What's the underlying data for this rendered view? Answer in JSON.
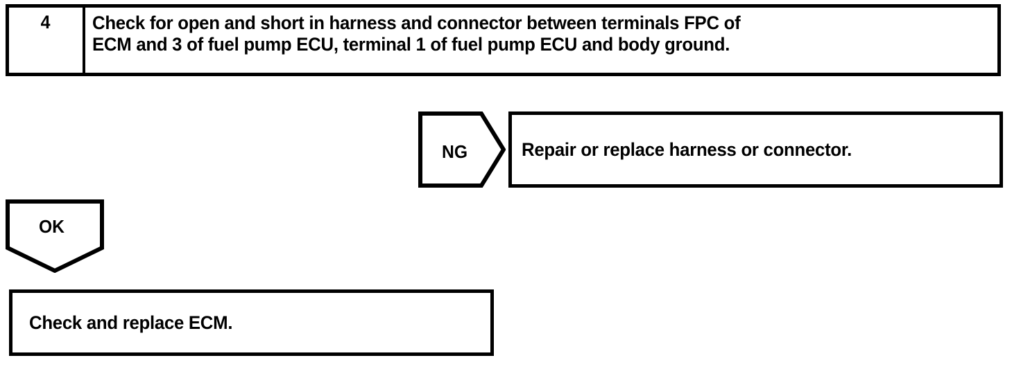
{
  "document": {
    "type": "diagnostic-flowchart",
    "colors": {
      "ink": "#000000",
      "background": "#ffffff"
    }
  },
  "step_table": {
    "step_number": "4",
    "instruction_line1": "Check for open and short in harness and connector between terminals FPC of",
    "instruction_line2": "ECM and 3 of fuel pump ECU, terminal 1 of fuel pump ECU and body ground.",
    "instruction_full": "Check for open and short in harness and connector between terminals FPC of ECM and 3 of fuel pump ECU, terminal 1 of fuel pump ECU and body ground."
  },
  "branches": {
    "ng": {
      "label": "NG",
      "icon": "arrow-right-pentagon",
      "result": "Repair or replace harness or connector."
    },
    "ok": {
      "label": "OK",
      "icon": "arrow-down-pentagon",
      "result": "Check and replace ECM."
    }
  }
}
